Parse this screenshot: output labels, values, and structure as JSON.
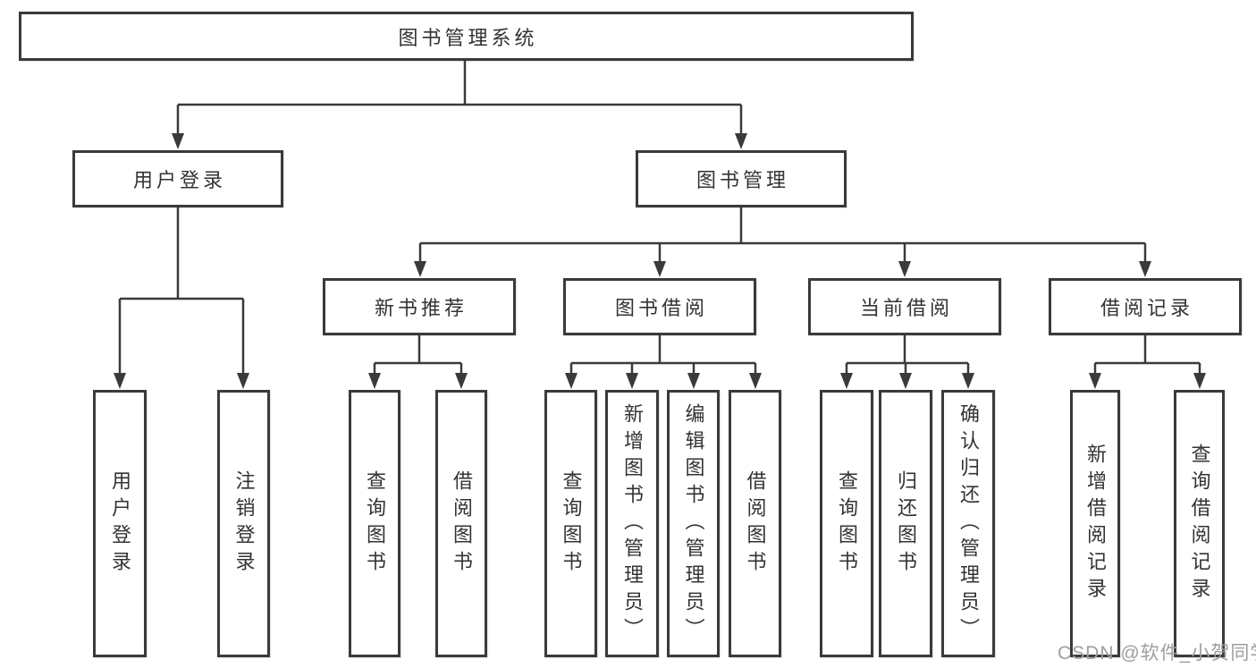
{
  "diagram": {
    "root_label": "图书管理系统",
    "user_login": {
      "label": "用户登录",
      "children": [
        "用户登录",
        "注销登录"
      ]
    },
    "book_management": {
      "label": "图书管理",
      "sections": [
        {
          "label": "新书推荐",
          "children": [
            "查询图书",
            "借阅图书"
          ]
        },
        {
          "label": "图书借阅",
          "children": [
            "查询图书",
            "新增图书（管理员）",
            "编辑图书（管理员）",
            "借阅图书"
          ]
        },
        {
          "label": "当前借阅",
          "children": [
            "查询图书",
            "归还图书",
            "确认归还（管理员）"
          ]
        },
        {
          "label": "借阅记录",
          "children": [
            "新增借阅记录",
            "查询借阅记录"
          ]
        }
      ]
    }
  },
  "watermark": {
    "text": "CSDN @软件_小贺同学"
  },
  "colors": {
    "line": "#3a3a3a",
    "box_border": "#3a3a3a",
    "text": "#333333",
    "box_background": "#ffffff",
    "page_background": "#ffffff",
    "watermark": "#9e9e9e"
  }
}
